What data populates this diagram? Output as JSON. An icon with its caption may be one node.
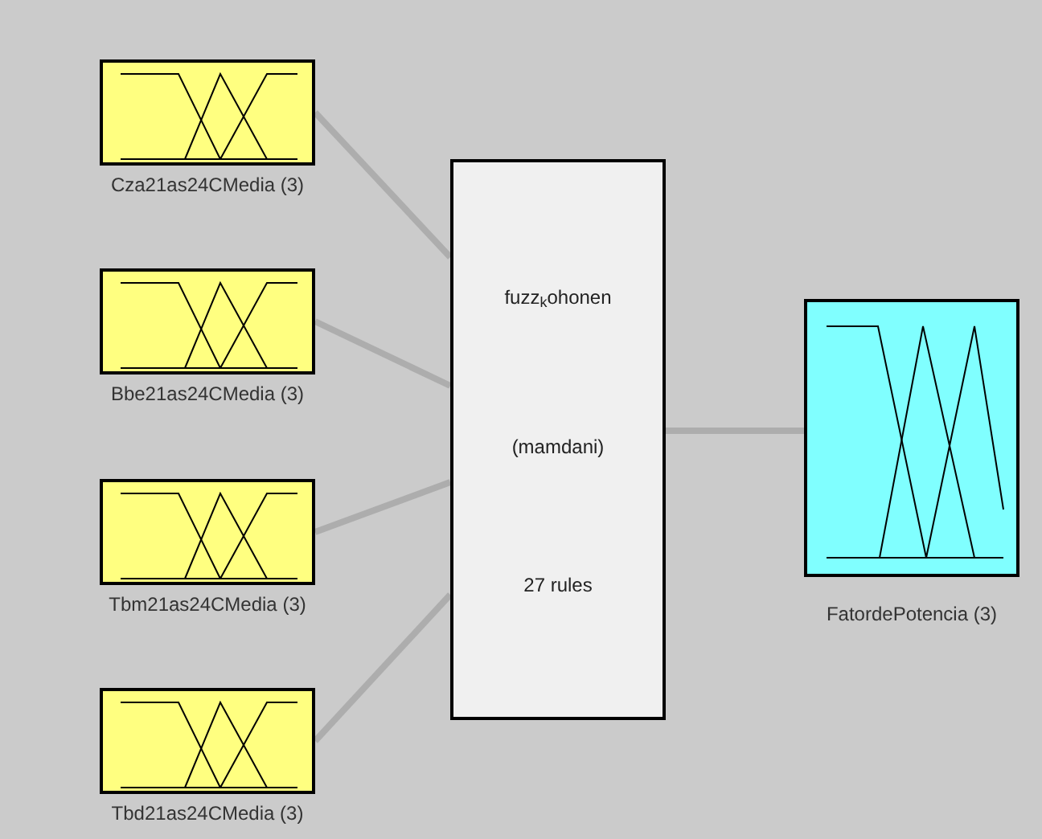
{
  "diagram": {
    "nodes": [
      {
        "text": [
          "Cza21as24CMedia (3)"
        ]
      },
      {
        "text": [
          "Bbe21as24CMedia (3)"
        ]
      },
      {
        "text": [
          "Tbm21as24CMedia (3)"
        ]
      },
      {
        "text": [
          "Tbd21as24CMedia (3)"
        ]
      },
      {
        "text": [
          "fuzz$_{k}$ohonen",
          "(mamdani)",
          "27 rules"
        ]
      },
      {
        "text": [
          "FatordePotencia (3)"
        ]
      }
    ],
    "edges": [
      {
        "from": 0,
        "to": 4,
        "arrow": "none"
      },
      {
        "from": 1,
        "to": 4,
        "arrow": "none"
      },
      {
        "from": 2,
        "to": 4,
        "arrow": "none"
      },
      {
        "from": 3,
        "to": 4,
        "arrow": "none"
      },
      {
        "from": 4,
        "to": 5,
        "arrow": "none"
      }
    ]
  }
}
